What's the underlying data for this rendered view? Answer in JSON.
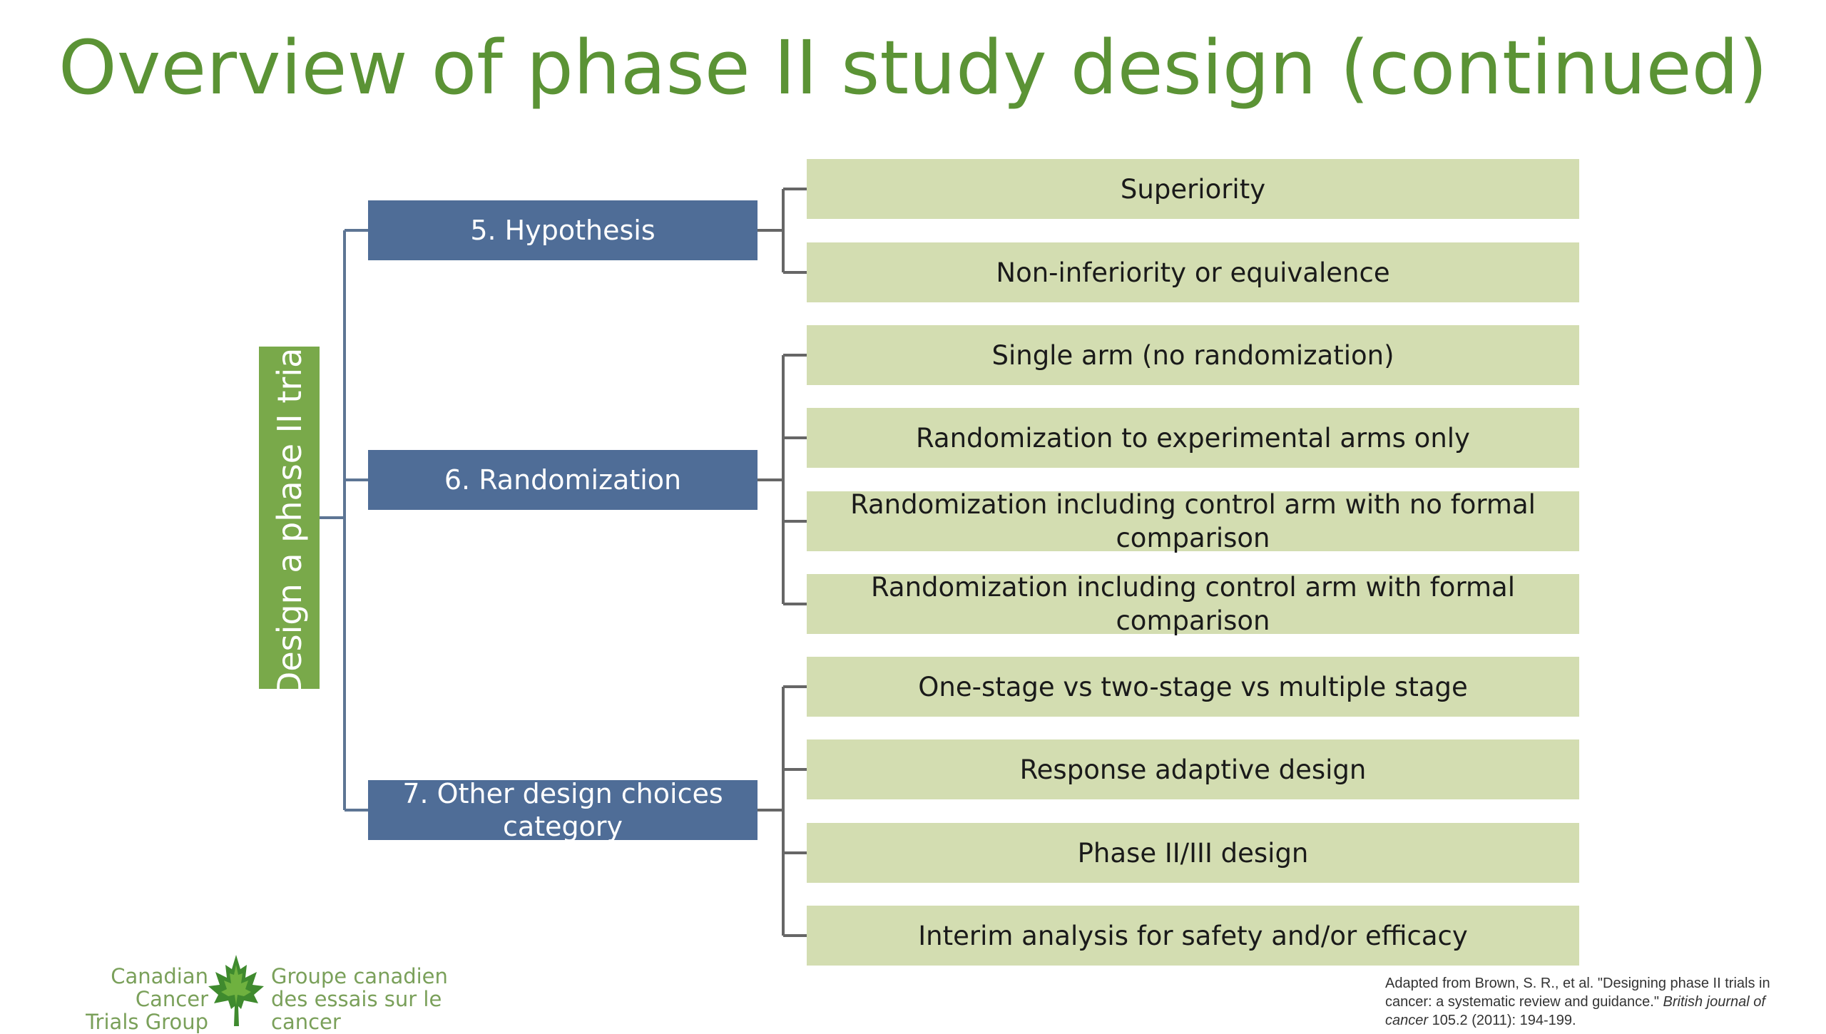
{
  "title": "Overview of phase II study design (continued)",
  "root": {
    "label": "Design a phase II trial"
  },
  "categories": [
    {
      "label": "5. Hypothesis",
      "items": [
        "Superiority",
        "Non-inferiority or equivalence"
      ]
    },
    {
      "label": "6. Randomization",
      "items": [
        "Single arm (no randomization)",
        "Randomization to experimental arms only",
        "Randomization including control arm with no formal comparison",
        "Randomization including control arm with formal comparison"
      ]
    },
    {
      "label": "7. Other design choices category",
      "items": [
        "One-stage vs two-stage vs multiple stage",
        "Response adaptive design",
        "Phase II/III design",
        "Interim analysis for safety and/or efficacy"
      ]
    }
  ],
  "logo": {
    "english_line1": "Canadian Cancer",
    "english_line2": "Trials Group",
    "french_line1": "Groupe canadien",
    "french_line2": "des essais sur le cancer",
    "icon": "maple-leaf-icon"
  },
  "citation": {
    "before_journal": "Adapted from Brown, S. R., et al. \"Designing phase II trials in cancer: a systematic review and guidance.\" ",
    "journal": "British journal of cancer",
    "after_journal": " 105.2 (2011): 194-199."
  },
  "colors": {
    "title": "#5b9335",
    "root_box": "#79a94a",
    "category_box": "#4f6d97",
    "item_box": "#d3ddb1",
    "connector": "#666666"
  }
}
